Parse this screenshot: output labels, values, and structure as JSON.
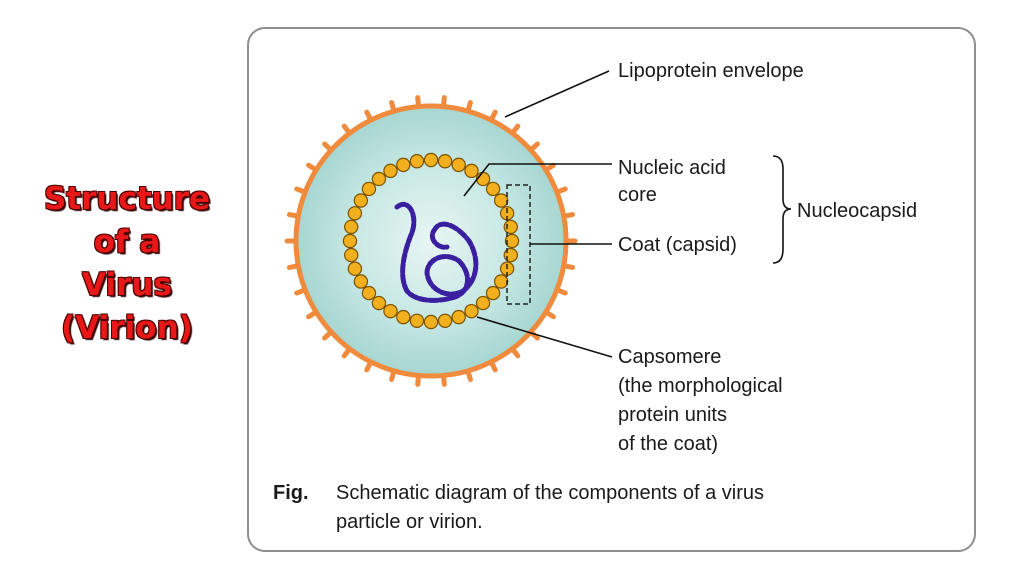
{
  "slide": {
    "title_lines": [
      "Structure",
      "of a",
      "Virus",
      "(Virion)"
    ]
  },
  "figure": {
    "labels": {
      "envelope": "Lipoprotein envelope",
      "nucleic_line1": "Nucleic acid",
      "nucleic_line2": "core",
      "coat": "Coat (capsid)",
      "nucleocapsid": "Nucleocapsid",
      "capsomere_lines": [
        "Capsomere",
        "(the morphological",
        "protein units",
        "of the coat)"
      ]
    },
    "caption": {
      "prefix": "Fig.",
      "line1": "Schematic diagram of the components of a virus",
      "line2": "particle or virion."
    }
  },
  "colors": {
    "title": "#e81818",
    "envelope": "#f08a3c",
    "interior": "#bfe3e0",
    "capsomere": "#f2b01e",
    "nucleic_acid": "#3a1fa0"
  }
}
